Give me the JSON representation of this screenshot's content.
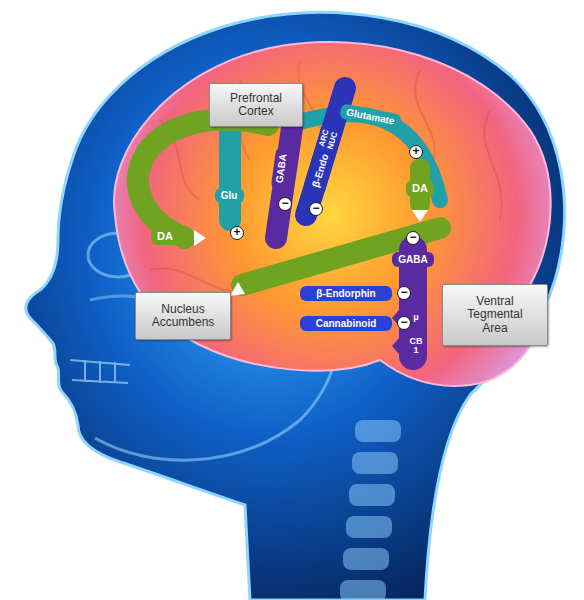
{
  "diagram": {
    "nodes": [
      {
        "text": [
          "Prefrontal Cortex"
        ]
      },
      {
        "text": [
          "Nucleus Accumbens"
        ]
      },
      {
        "text": [
          "Ventral Tegmental Area"
        ]
      },
      {
        "text": [
          "Glutamate"
        ]
      },
      {
        "text": [
          "Glu"
        ]
      },
      {
        "text": [
          "GABA"
        ]
      },
      {
        "text": [
          "β-Endo",
          "ARC NUC"
        ]
      },
      {
        "text": [
          "DA"
        ]
      },
      {
        "text": [
          "DA"
        ]
      },
      {
        "text": [
          "GABA"
        ]
      },
      {
        "text": [
          "β-Endorphin"
        ]
      },
      {
        "text": [
          "Cannabinoid"
        ]
      }
    ],
    "labels": [
      "+",
      "+",
      "−",
      "−",
      "−",
      "−",
      "−",
      "μ",
      "CB 1"
    ]
  }
}
